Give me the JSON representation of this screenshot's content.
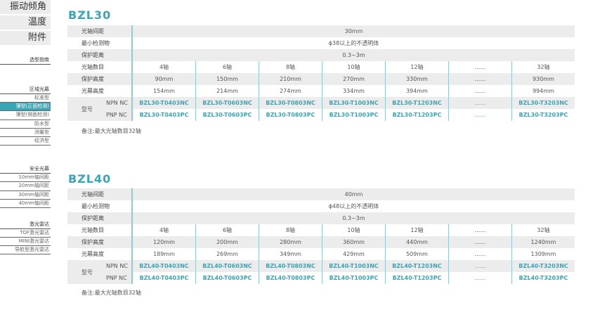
{
  "sidebar": {
    "top": [
      "振动倾角",
      "温度",
      "附件"
    ],
    "groups": [
      {
        "title": "选型指南",
        "items": []
      },
      {
        "title": "区域光幕",
        "items": [
          "标准型",
          "薄型(正面检测)",
          "薄型(侧面检测)",
          "防水型",
          "测量型",
          "经济型"
        ],
        "active": 1
      },
      {
        "title": "安全光幕",
        "items": [
          "10mm轴间距",
          "20mm轴间距",
          "30mm轴间距",
          "40mm轴间距"
        ]
      },
      {
        "title": "激光雷达",
        "items": [
          "TOF激光雷达",
          "MINI激光雷达",
          "导航型激光雷达"
        ]
      }
    ]
  },
  "accent": "#3aa5b4",
  "tables": [
    {
      "title": "BZL30",
      "rows": [
        [
          "光轴间距",
          "30mm"
        ],
        [
          "最小检测物",
          "ϕ38以上的不透明体"
        ],
        [
          "保护距离",
          "0.3~3m"
        ]
      ],
      "cols": [
        [
          "光轴数目",
          "4轴",
          "6轴",
          "8轴",
          "10轴",
          "12轴",
          "……",
          "32轴"
        ],
        [
          "保护高度",
          "90mm",
          "150mm",
          "210mm",
          "270mm",
          "330mm",
          "……",
          "930mm"
        ],
        [
          "光幕高度",
          "154mm",
          "214mm",
          "274mm",
          "334mm",
          "394mm",
          "……",
          "994mm"
        ]
      ],
      "model_label": "型号",
      "models": [
        [
          "NPN NC",
          "BZL30-T0403NC",
          "BZL30-T0603NC",
          "BZL30-T0803NC",
          "BZL30-T1003NC",
          "BZL30-T1203NC",
          "……",
          "BZL30-T3203NC"
        ],
        [
          "PNP NC",
          "BZL30-T0403PC",
          "BZL30-T0603PC",
          "BZL30-T0803PC",
          "BZL30-T1003PC",
          "BZL30-T1203PC",
          "……",
          "BZL30-T3203PC"
        ]
      ],
      "note": "备注:最大光轴数目32轴"
    },
    {
      "title": "BZL40",
      "rows": [
        [
          "光轴间距",
          "40mm"
        ],
        [
          "最小检测物",
          "ϕ48以上的不透明体"
        ],
        [
          "保护距离",
          "0.3~3m"
        ]
      ],
      "cols": [
        [
          "光轴数目",
          "4轴",
          "6轴",
          "8轴",
          "10轴",
          "12轴",
          "……",
          "32轴"
        ],
        [
          "保护高度",
          "120mm",
          "200mm",
          "280mm",
          "360mm",
          "440mm",
          "……",
          "1240mm"
        ],
        [
          "光幕高度",
          "189mm",
          "269mm",
          "349mm",
          "429mm",
          "509mm",
          "……",
          "1309mm"
        ]
      ],
      "model_label": "型号",
      "models": [
        [
          "NPN NC",
          "BZL40-T0403NC",
          "BZL40-T0603NC",
          "BZL40-T0803NC",
          "BZL40-T1003NC",
          "BZL40-T1203NC",
          "……",
          "BZL40-T3203NC"
        ],
        [
          "PNP NC",
          "BZL40-T0403PC",
          "BZL40-T0603PC",
          "BZL40-T0803PC",
          "BZL40-T1003PC",
          "BZL40-T1203PC",
          "……",
          "BZL40-T3203PC"
        ]
      ],
      "note": "备注:最大光轴数目32轴"
    }
  ]
}
